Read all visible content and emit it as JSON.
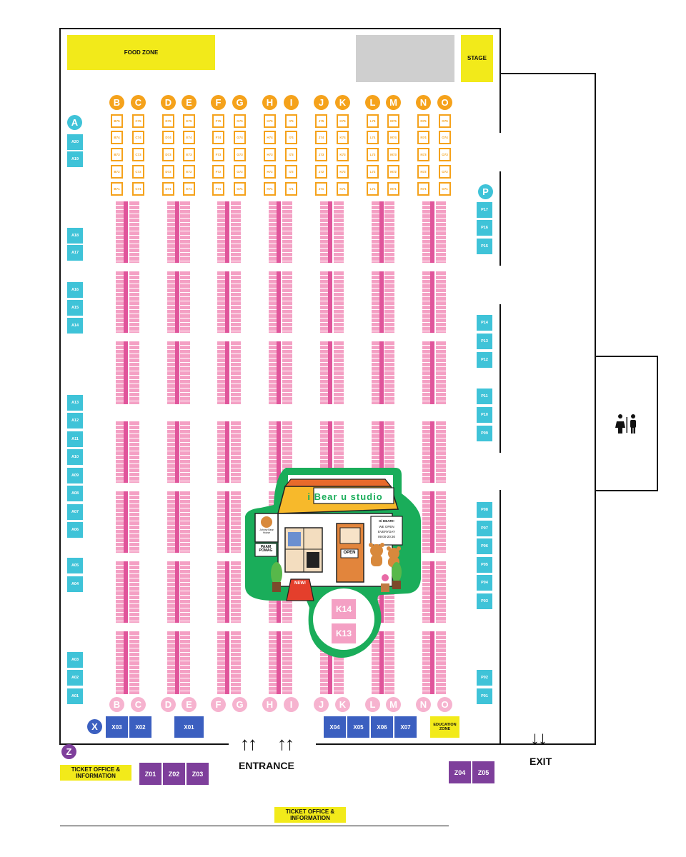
{
  "zones": {
    "food_zone": "FOOD ZONE",
    "stage": "STAGE",
    "education_zone": "EDUCATION ZONE",
    "ticket_office_left": "TICKET OFFICE & INFORMATION",
    "ticket_office_bottom": "TICKET OFFICE & INFORMATION",
    "entrance": "ENTRANCE",
    "exit": "EXIT"
  },
  "rows": {
    "top_letters": [
      "B",
      "C",
      "D",
      "E",
      "F",
      "G",
      "H",
      "I",
      "J",
      "K",
      "L",
      "M",
      "N",
      "O"
    ],
    "bottom_letters": [
      "B",
      "C",
      "D",
      "E",
      "F",
      "G",
      "H",
      "I",
      "J",
      "K",
      "L",
      "M",
      "N",
      "O"
    ]
  },
  "orange_booths": {
    "numbers": [
      "75",
      "74",
      "73",
      "72",
      "71"
    ]
  },
  "wall_a": {
    "letter": "A",
    "booths": [
      "A20",
      "A19",
      "A18",
      "A17",
      "A16",
      "A15",
      "A14",
      "A13",
      "A12",
      "A11",
      "A10",
      "A09",
      "A08",
      "A07",
      "A06",
      "A05",
      "A04",
      "A03",
      "A02",
      "A01"
    ]
  },
  "wall_p": {
    "letter": "P",
    "booths": [
      "P17",
      "P16",
      "P15",
      "P14",
      "P13",
      "P12",
      "P11",
      "P10",
      "P09",
      "P08",
      "P07",
      "P06",
      "P05",
      "P04",
      "P03",
      "P02",
      "P01"
    ]
  },
  "x_row": {
    "letter": "X",
    "booths": [
      "X03",
      "X02",
      "X01",
      "X04",
      "X05",
      "X06",
      "X07"
    ]
  },
  "z_row": {
    "letter": "Z",
    "booths": [
      "Z01",
      "Z02",
      "Z03",
      "Z04",
      "Z05"
    ]
  },
  "studio": {
    "name": "i Bear u studio",
    "sign_line1": "Hi DEAR!!",
    "sign_line2": "WE OPEN",
    "sign_line3": "EVERYDAY",
    "sign_line4": "09:00-20:30",
    "door_sign": "OPEN",
    "poster1": "Johnny Bear House",
    "poster2": "PAAM POMAG",
    "board": "NEW!",
    "booths": [
      "K14",
      "K13"
    ]
  },
  "colors": {
    "yellow": "#f2ea1a",
    "orange": "#f5a21b",
    "pink": "#f4a0c4",
    "magenta": "#e0559b",
    "cyan": "#3fc3d8",
    "blue": "#3b5fc0",
    "purple": "#7e3f9b",
    "green": "#1aad5a"
  },
  "icons": [
    "restroom-icon",
    "up-arrow-icon",
    "down-arrow-icon"
  ]
}
